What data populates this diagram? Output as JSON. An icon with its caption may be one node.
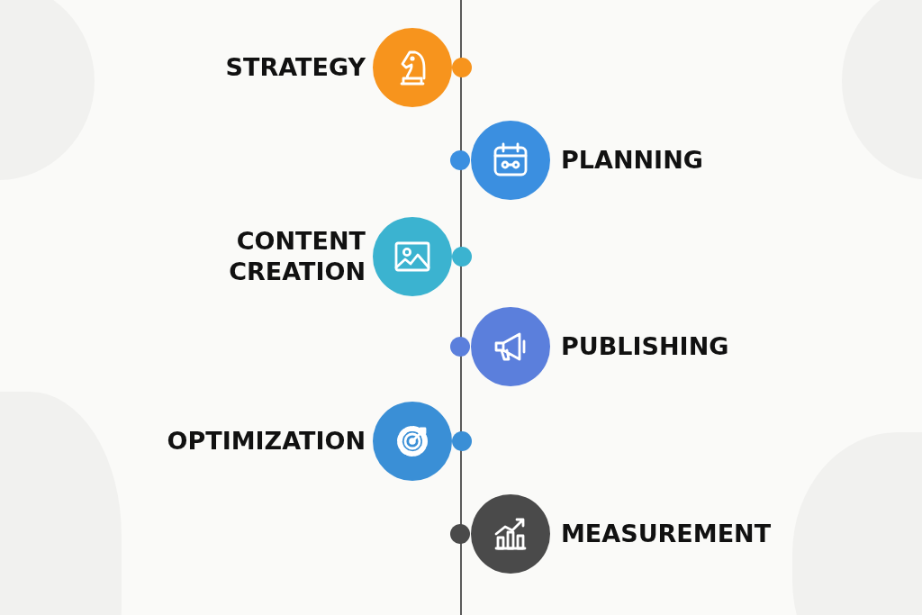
{
  "diagram": {
    "nodes": [
      {
        "text": [
          "STRATEGY"
        ]
      },
      {
        "text": [
          "PLANNING"
        ]
      },
      {
        "text": [
          "CONTENT CREATION"
        ]
      },
      {
        "text": [
          "PUBLISHING"
        ]
      },
      {
        "text": [
          "OPTIMIZATION"
        ]
      },
      {
        "text": [
          "MEASUREMENT"
        ]
      }
    ]
  }
}
